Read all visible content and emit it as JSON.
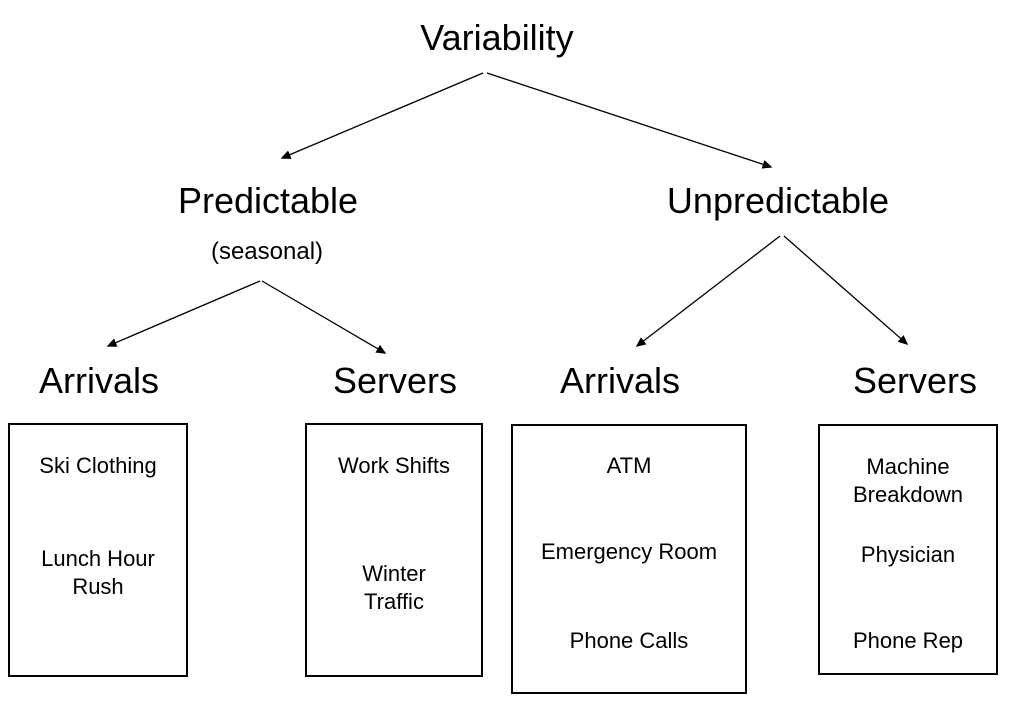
{
  "diagram": {
    "root": {
      "label": "Variability"
    },
    "branches": [
      {
        "label": "Predictable",
        "sublabel": "(seasonal)",
        "children": [
          {
            "label": "Arrivals",
            "examples": [
              "Ski Clothing",
              "Lunch Hour\nRush"
            ]
          },
          {
            "label": "Servers",
            "examples": [
              "Work Shifts",
              "Winter\nTraffic"
            ]
          }
        ]
      },
      {
        "label": "Unpredictable",
        "children": [
          {
            "label": "Arrivals",
            "examples": [
              "ATM",
              "Emergency Room",
              "Phone Calls"
            ]
          },
          {
            "label": "Servers",
            "examples": [
              "Machine\nBreakdown",
              "Physician",
              "Phone Rep"
            ]
          }
        ]
      }
    ],
    "colors": {
      "background": "#ffffff",
      "text": "#000000",
      "line": "#000000"
    }
  }
}
